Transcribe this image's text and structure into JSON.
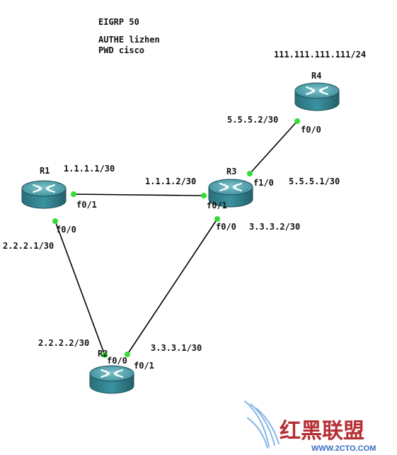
{
  "title": {
    "line1": "EIGRP 50",
    "line2": "AUTHE lizhen",
    "line3": "PWD cisco"
  },
  "routers": {
    "r1": "R1",
    "r2": "R2",
    "r3": "R3",
    "r4": "R4"
  },
  "labels": {
    "r4_net": "111.111.111.111/24",
    "r4_ip": "5.5.5.2/30",
    "r4_if": "f0/0",
    "r3_f10_if": "f1/0",
    "r3_f10_ip": "5.5.5.1/30",
    "r1_f01_ip": "1.1.1.1/30",
    "r1_f01_if": "f0/1",
    "r3_f01_ip": "1.1.1.2/30",
    "r3_f01_if": "f0/1",
    "r1_f00_if": "f0/0",
    "r1_f00_ip": "2.2.2.1/30",
    "r3_f00_if": "f0/0",
    "r3_f00_ip": "3.3.3.2/30",
    "r2_f00_ip": "2.2.2.2/30",
    "r2_f00_if": "f0/0",
    "r2_f01_if": "f0/1",
    "r2_f01_ip": "3.3.3.1/30"
  },
  "watermark": {
    "text": "红黑联盟",
    "url": "WWW.2CTO.COM"
  },
  "colors": {
    "router_body": "#2e7f8c",
    "router_top": "#62aeb9",
    "link": "#000000",
    "port_dot": "#33dd33"
  }
}
